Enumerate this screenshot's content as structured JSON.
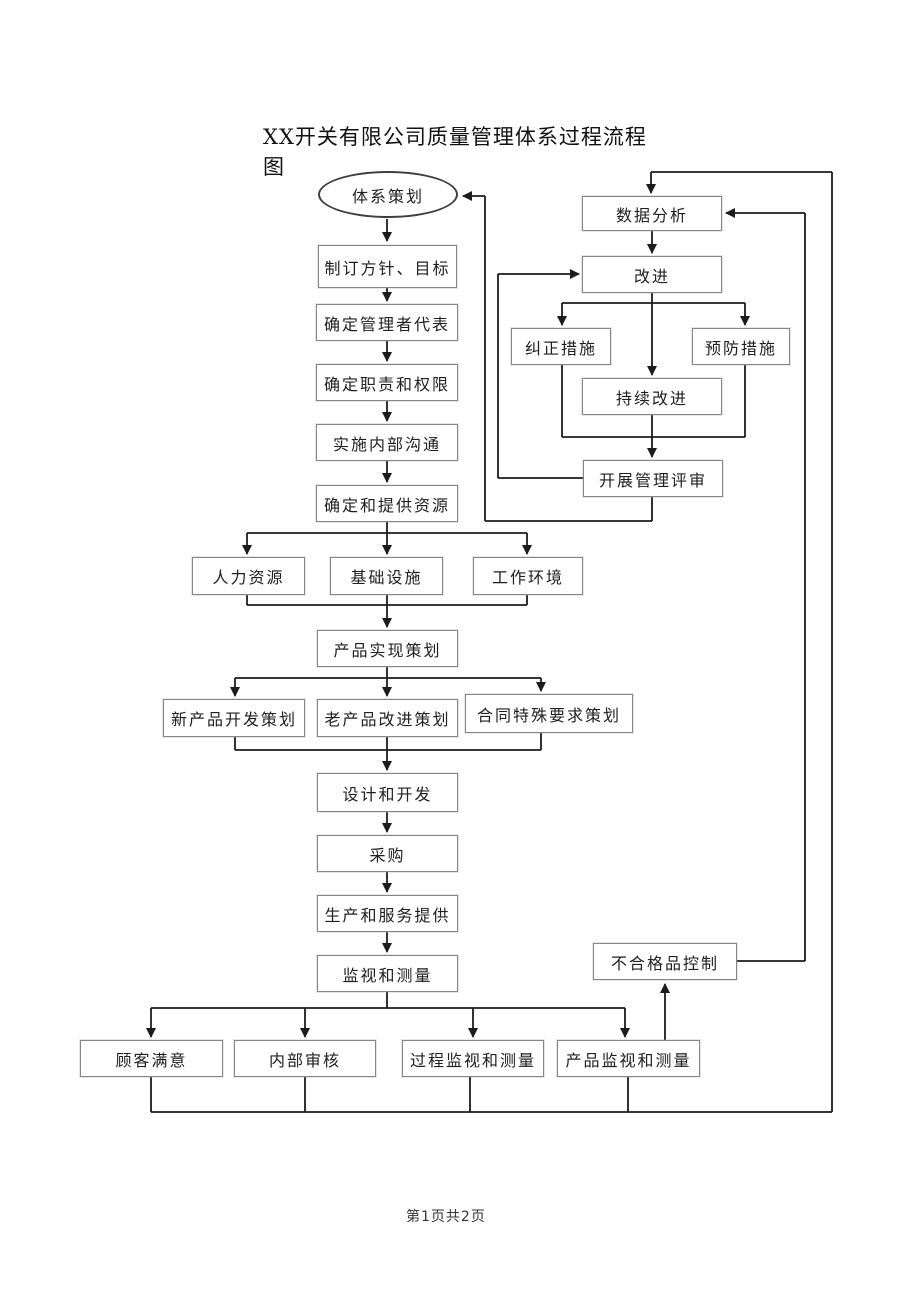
{
  "page": {
    "title_line1": "XX开关有限公司质量管理体系过程流程",
    "title_line2": "图",
    "footer": "第1页共2页"
  },
  "colors": {
    "background": "#ffffff",
    "flow_line": "#1c1c1c",
    "box_border": "#868686",
    "text": "#202020"
  },
  "flowchart": {
    "nodes": {
      "system_planning": {
        "label": "体系策划",
        "shape": "ellipse"
      },
      "set_policy": {
        "label": "制订方针、目标",
        "shape": "rect"
      },
      "management_rep": {
        "label": "确定管理者代表",
        "shape": "rect"
      },
      "duties_authority": {
        "label": "确定职责和权限",
        "shape": "rect"
      },
      "internal_comm": {
        "label": "实施内部沟通",
        "shape": "rect"
      },
      "provide_resources": {
        "label": "确定和提供资源",
        "shape": "rect"
      },
      "human_resources": {
        "label": "人力资源",
        "shape": "rect"
      },
      "infrastructure": {
        "label": "基础设施",
        "shape": "rect"
      },
      "work_environment": {
        "label": "工作环境",
        "shape": "rect"
      },
      "product_planning": {
        "label": "产品实现策划",
        "shape": "rect"
      },
      "new_product_plan": {
        "label": "新产品开发策划",
        "shape": "rect"
      },
      "old_product_plan": {
        "label": "老产品改进策划",
        "shape": "rect"
      },
      "contract_plan": {
        "label": "合同特殊要求策划",
        "shape": "rect"
      },
      "design_dev": {
        "label": "设计和开发",
        "shape": "rect"
      },
      "purchasing": {
        "label": "采购",
        "shape": "rect"
      },
      "production_service": {
        "label": "生产和服务提供",
        "shape": "rect"
      },
      "monitor_measure": {
        "label": "监视和测量",
        "shape": "rect"
      },
      "data_analysis": {
        "label": "数据分析",
        "shape": "rect"
      },
      "improvement": {
        "label": "改进",
        "shape": "rect"
      },
      "corrective_action": {
        "label": "纠正措施",
        "shape": "rect"
      },
      "preventive_action": {
        "label": "预防措施",
        "shape": "rect"
      },
      "continuous_improve": {
        "label": "持续改进",
        "shape": "rect"
      },
      "management_review": {
        "label": "开展管理评审",
        "shape": "rect"
      },
      "nonconforming_ctrl": {
        "label": "不合格品控制",
        "shape": "rect"
      },
      "customer_satisfaction": {
        "label": "顾客满意",
        "shape": "rect"
      },
      "internal_audit": {
        "label": "内部审核",
        "shape": "rect"
      },
      "process_monitoring": {
        "label": "过程监视和测量",
        "shape": "rect"
      },
      "product_monitoring": {
        "label": "产品监视和测量",
        "shape": "rect"
      }
    },
    "edges": [
      {
        "from": "system_planning",
        "to": "set_policy"
      },
      {
        "from": "set_policy",
        "to": "management_rep"
      },
      {
        "from": "management_rep",
        "to": "duties_authority"
      },
      {
        "from": "duties_authority",
        "to": "internal_comm"
      },
      {
        "from": "internal_comm",
        "to": "provide_resources"
      },
      {
        "from": "provide_resources",
        "to": "human_resources"
      },
      {
        "from": "provide_resources",
        "to": "infrastructure"
      },
      {
        "from": "provide_resources",
        "to": "work_environment"
      },
      {
        "from": "human_resources",
        "to": "product_planning"
      },
      {
        "from": "infrastructure",
        "to": "product_planning"
      },
      {
        "from": "work_environment",
        "to": "product_planning"
      },
      {
        "from": "product_planning",
        "to": "new_product_plan"
      },
      {
        "from": "product_planning",
        "to": "old_product_plan"
      },
      {
        "from": "product_planning",
        "to": "contract_plan"
      },
      {
        "from": "new_product_plan",
        "to": "design_dev"
      },
      {
        "from": "old_product_plan",
        "to": "design_dev"
      },
      {
        "from": "contract_plan",
        "to": "design_dev"
      },
      {
        "from": "design_dev",
        "to": "purchasing"
      },
      {
        "from": "purchasing",
        "to": "production_service"
      },
      {
        "from": "production_service",
        "to": "monitor_measure"
      },
      {
        "from": "monitor_measure",
        "to": "customer_satisfaction"
      },
      {
        "from": "monitor_measure",
        "to": "internal_audit"
      },
      {
        "from": "monitor_measure",
        "to": "process_monitoring"
      },
      {
        "from": "monitor_measure",
        "to": "product_monitoring"
      },
      {
        "from": "customer_satisfaction",
        "to": "data_analysis"
      },
      {
        "from": "internal_audit",
        "to": "data_analysis"
      },
      {
        "from": "process_monitoring",
        "to": "data_analysis"
      },
      {
        "from": "product_monitoring",
        "to": "data_analysis"
      },
      {
        "from": "product_monitoring",
        "to": "nonconforming_ctrl"
      },
      {
        "from": "nonconforming_ctrl",
        "to": "data_analysis"
      },
      {
        "from": "data_analysis",
        "to": "improvement"
      },
      {
        "from": "improvement",
        "to": "corrective_action"
      },
      {
        "from": "improvement",
        "to": "preventive_action"
      },
      {
        "from": "improvement",
        "to": "continuous_improve"
      },
      {
        "from": "corrective_action",
        "to": "management_review"
      },
      {
        "from": "preventive_action",
        "to": "management_review"
      },
      {
        "from": "continuous_improve",
        "to": "management_review"
      },
      {
        "from": "management_review",
        "to": "improvement"
      },
      {
        "from": "management_review",
        "to": "system_planning"
      }
    ]
  }
}
